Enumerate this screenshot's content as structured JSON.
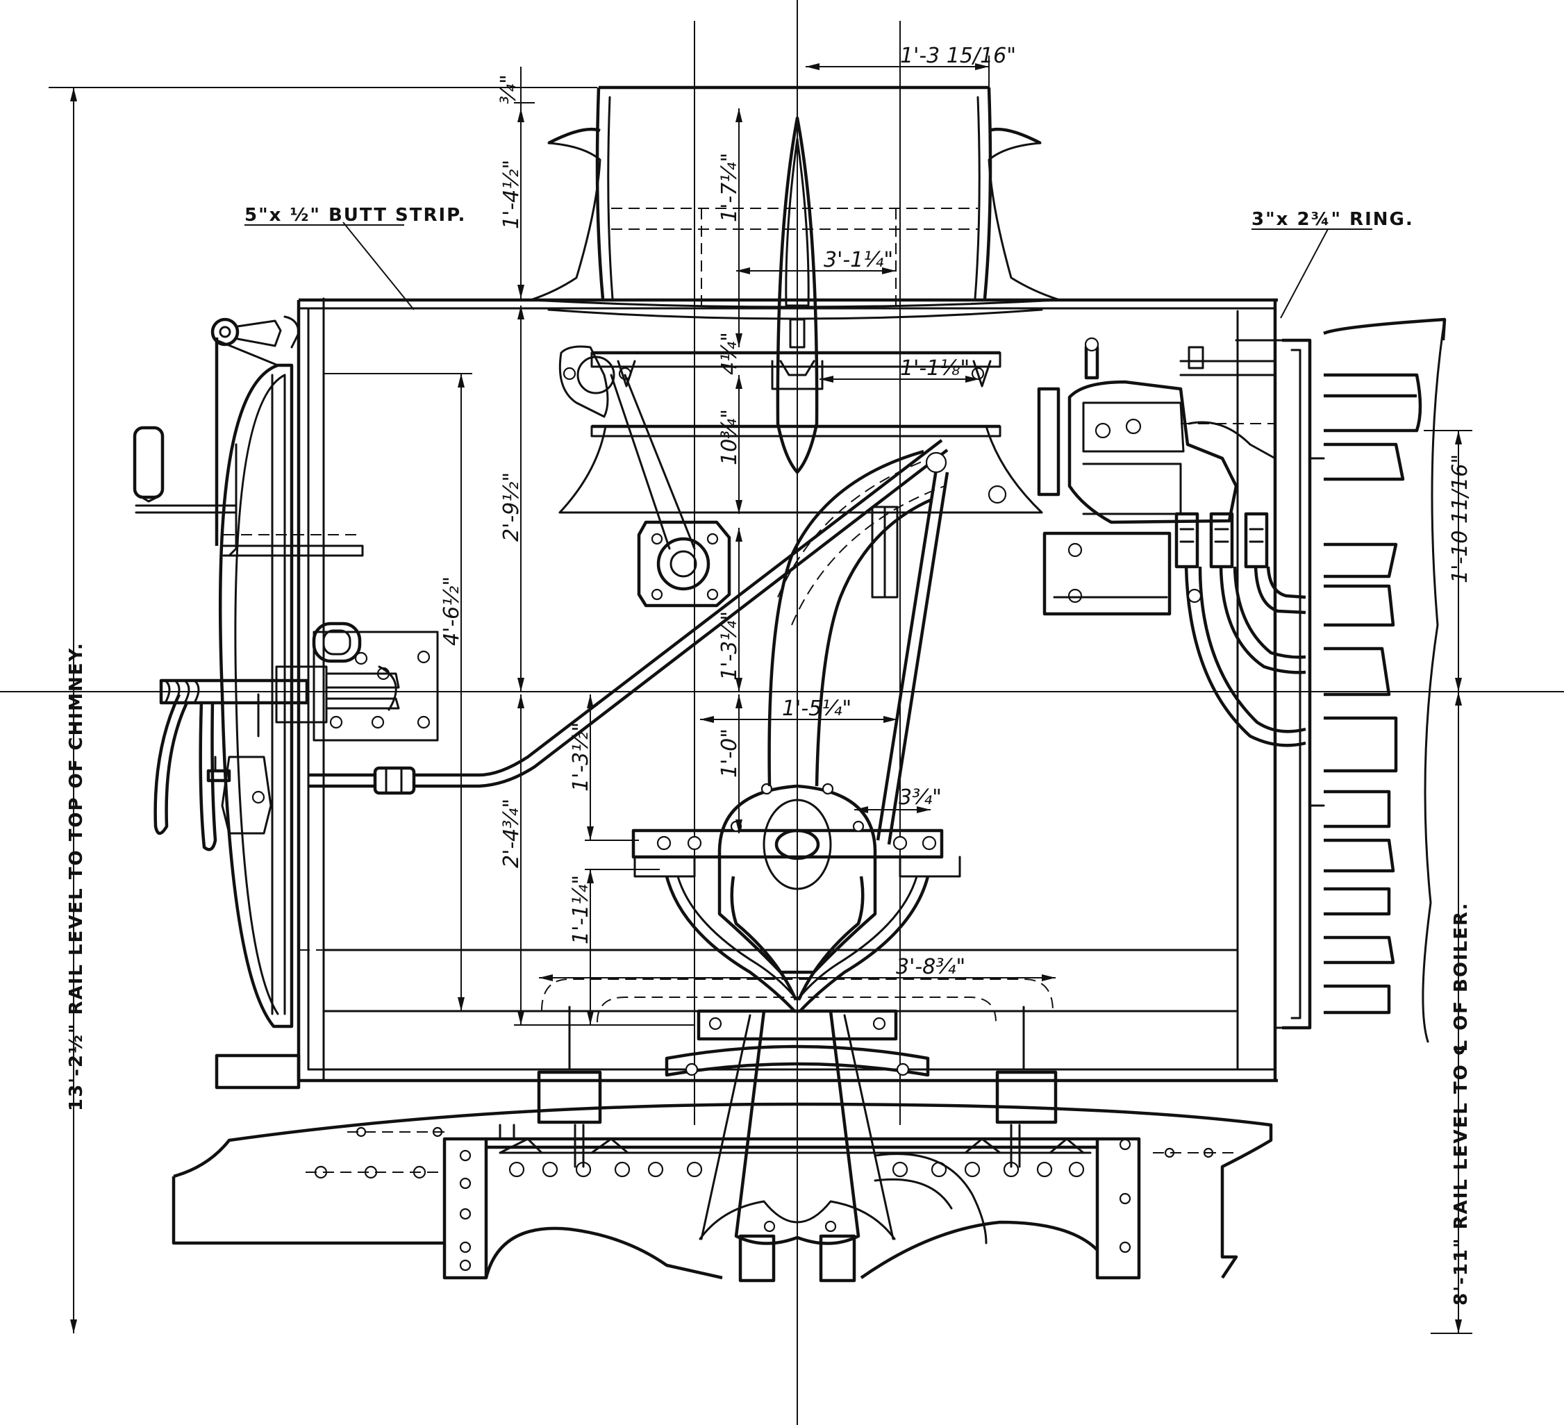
{
  "drawing": {
    "labels": {
      "butt_strip": "5\"x ½\" BUTT STRIP.",
      "ring": "3\"x 2¾\" RING.",
      "rail_to_chimney": "13'-2½\" RAIL LEVEL TO TOP OF CHIMNEY.",
      "rail_to_boiler": "8'-11\" RAIL LEVEL TO ℄ OF BOILER."
    },
    "dimensions": {
      "d_1_3_15_16": "1'-3 15/16\"",
      "d_3_4": "¾\"",
      "d_1_4_half": "1'-4½\"",
      "d_1_7_quarter": "1'-7¼\"",
      "d_3_1_quarter": "3'-1¼\"",
      "d_4_quarter": "4¼\"",
      "d_1_1_8": "1'-1⅛\"",
      "d_10_3_4": "10¾\"",
      "d_2_9_half": "2'-9½\"",
      "d_4_6_half": "4'-6½\"",
      "d_1_3_quarter": "1'-3¼\"",
      "d_1_5_quarter": "1'-5¼\"",
      "d_1_0": "1'-0\"",
      "d_1_3_half": "1'-3½\"",
      "d_3_3_4": "3¾\"",
      "d_2_4_3_4": "2'-4¾\"",
      "d_1_1_quarter": "1'-1¼\"",
      "d_3_8_3_4": "3'-8¾\"",
      "d_1_10_11_16": "1'-10 11/16\""
    }
  }
}
